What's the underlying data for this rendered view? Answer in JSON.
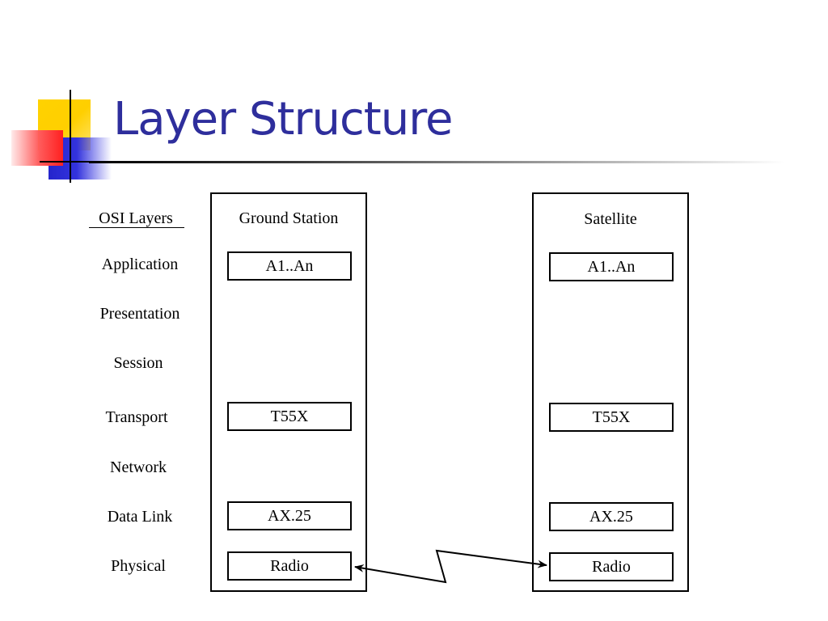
{
  "slide": {
    "title": "Layer Structure"
  },
  "osi": {
    "heading": "OSI Layers",
    "layers": [
      "Application",
      "Presentation",
      "Session",
      "Transport",
      "Network",
      "Data Link",
      "Physical"
    ]
  },
  "ground_station": {
    "title": "Ground Station",
    "boxes": [
      "A1..An",
      "T55X",
      "AX.25",
      "Radio"
    ]
  },
  "satellite": {
    "title": "Satellite",
    "boxes": [
      "A1..An",
      "T55X",
      "AX.25",
      "Radio"
    ]
  },
  "colors": {
    "title": "#2e2e9c",
    "accent_yellow": "#ffd200",
    "accent_red": "#ff3a3a",
    "accent_blue": "#2a2acc"
  }
}
